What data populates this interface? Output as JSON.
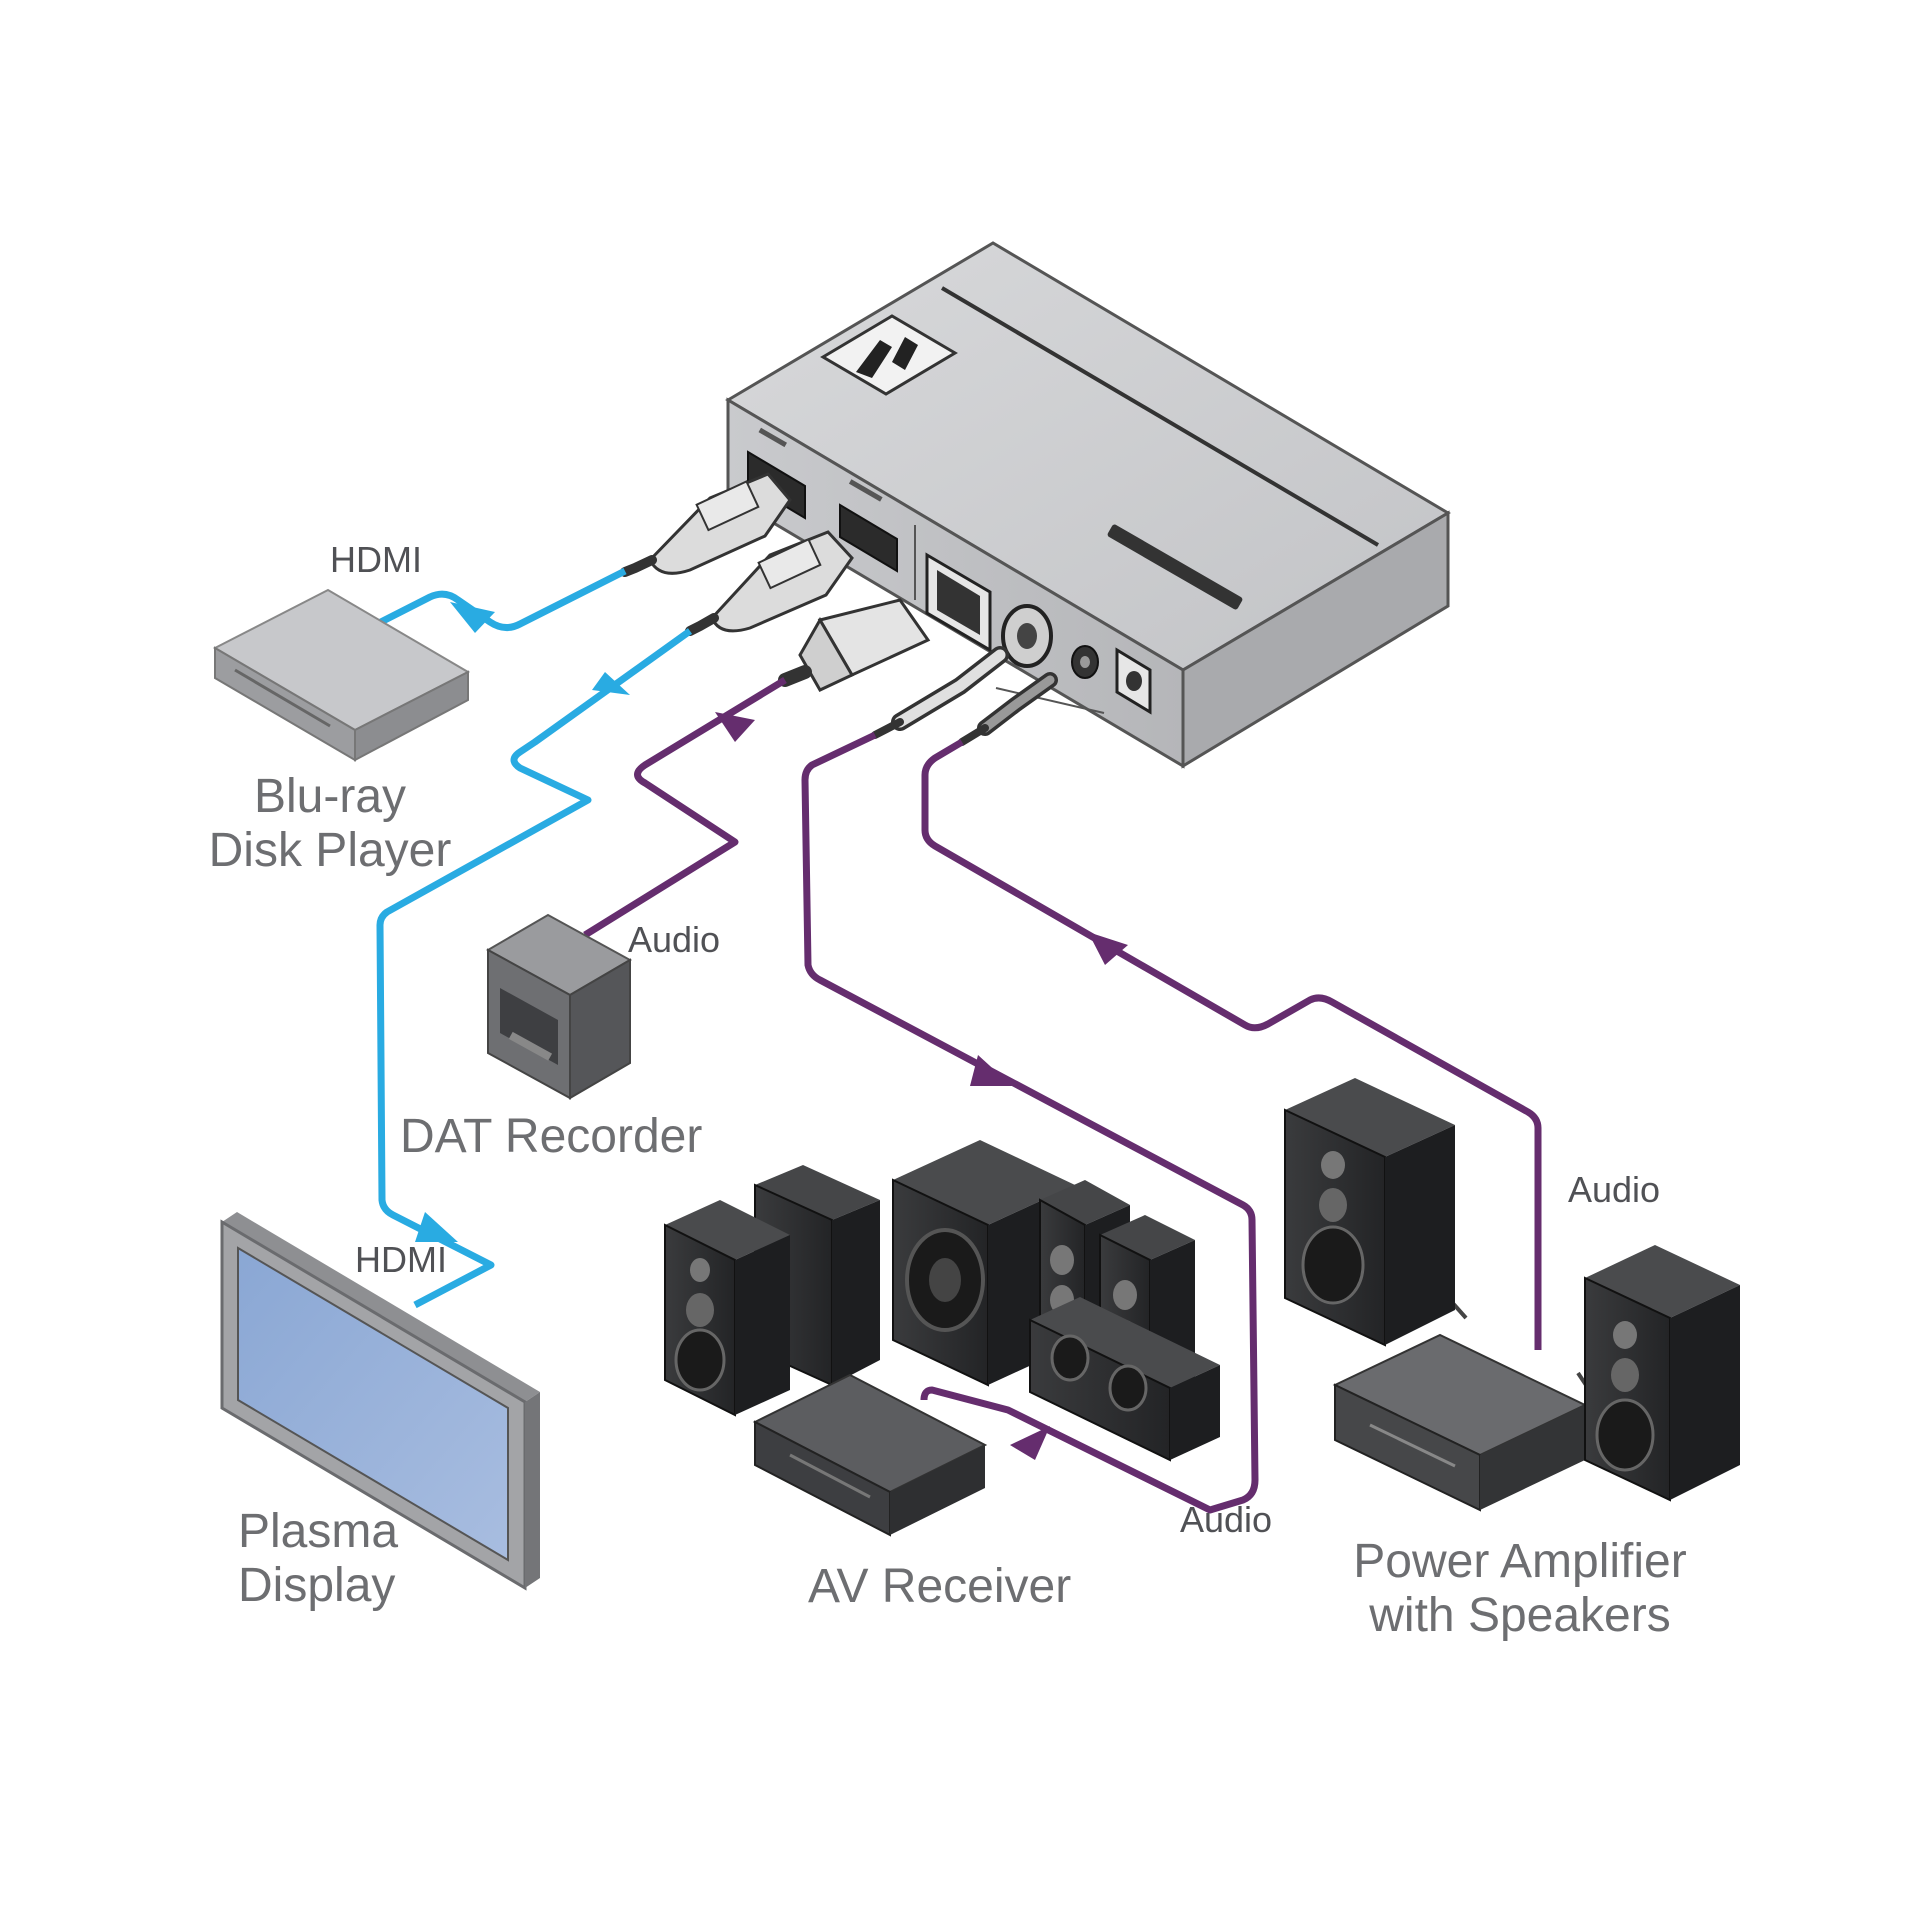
{
  "labels": {
    "bluray_line1": "Blu-ray",
    "bluray_line2": "Disk Player",
    "dat": "DAT Recorder",
    "plasma_line1": "Plasma",
    "plasma_line2": "Display",
    "av_receiver": "AV Receiver",
    "amp_line1": "Power Amplifier",
    "amp_line2": "with Speakers"
  },
  "cable_labels": {
    "hdmi_in": "HDMI",
    "hdmi_out": "HDMI",
    "audio_dat": "Audio",
    "audio_av": "Audio",
    "audio_amp": "Audio"
  },
  "colors": {
    "hdmi_cable": "#29abe2",
    "audio_cable": "#652d6e",
    "device_gray": "#b4b5b8",
    "speaker_dark": "#2e2f31",
    "label_gray": "#6d6e71"
  }
}
